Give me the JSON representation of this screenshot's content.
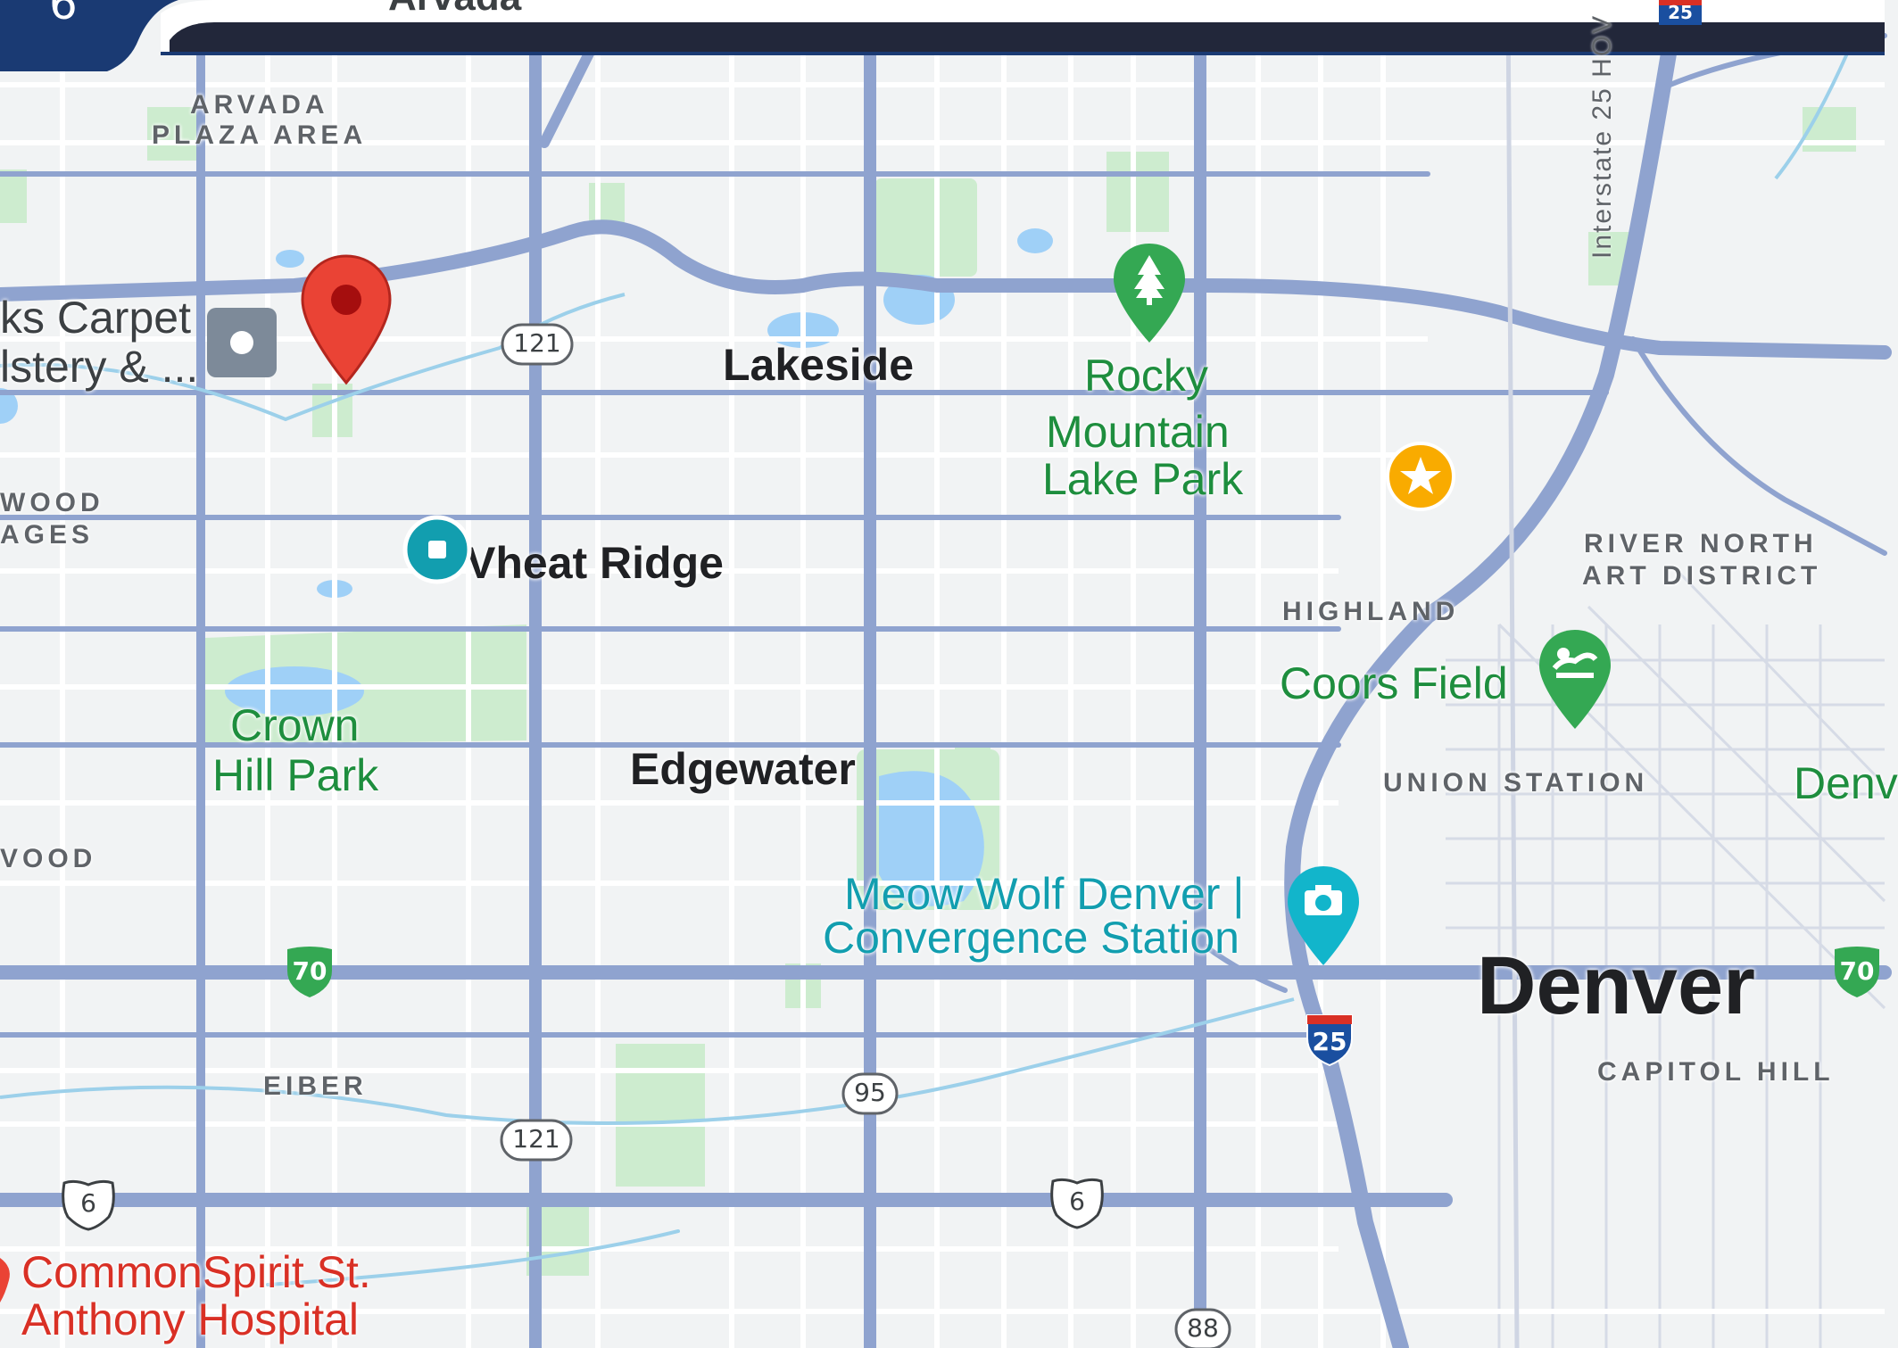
{
  "map": {
    "colors": {
      "land": "#f1f3f4",
      "road": "#8fa3cf",
      "street": "#ffffff",
      "park": "#cdeccf",
      "water": "#9fd0f7",
      "header_dark": "#22273a",
      "header_blue": "#1a3a73",
      "pin_red": "#ea4335",
      "park_green": "#34a853",
      "teal": "#129eaf",
      "star_yellow": "#f9ab00"
    },
    "header": {
      "badge_text": "6",
      "cutoff_place": "Arvada",
      "cutoff_route": "25"
    },
    "areas": {
      "arvada_plaza_line1": "ARVADA",
      "arvada_plaza_line2": "PLAZA AREA",
      "wood_line1": "WOOD",
      "wood_line2": "AGES",
      "wood2": "VOOD",
      "river_north_line1": "RIVER NORTH",
      "river_north_line2": "ART DISTRICT",
      "highland": "HIGHLAND",
      "union_station": "UNION STATION",
      "eiber": "EIBER",
      "capitol_hill": "CAPITOL HILL"
    },
    "cities": {
      "lakeside": "Lakeside",
      "wheat_ridge": "Vheat Ridge",
      "edgewater": "Edgewater",
      "denver": "Denver"
    },
    "pois": {
      "rocky_line1": "Rocky",
      "rocky_line2": "Mountain",
      "rocky_line3": "Lake Park",
      "crown_line1": "Crown",
      "crown_line2": "Hill Park",
      "coors": "Coors Field",
      "meow_line1": "Meow Wolf Denver |",
      "meow_line2": "Convergence Station",
      "hospital_line1": "CommonSpirit St.",
      "hospital_line2": "Anthony Hospital",
      "business_line1": "ks Carpet",
      "business_line2": "lstery & ...",
      "denver_edge": "Denv"
    },
    "highway_label": "Interstate 25 HOV",
    "shields": {
      "sr121_top": "121",
      "sr121_bottom": "121",
      "i70_left": "70",
      "i70_right": "70",
      "i25": "25",
      "sr95": "95",
      "us6_left": "6",
      "us6_mid": "6",
      "sr88": "88"
    }
  }
}
